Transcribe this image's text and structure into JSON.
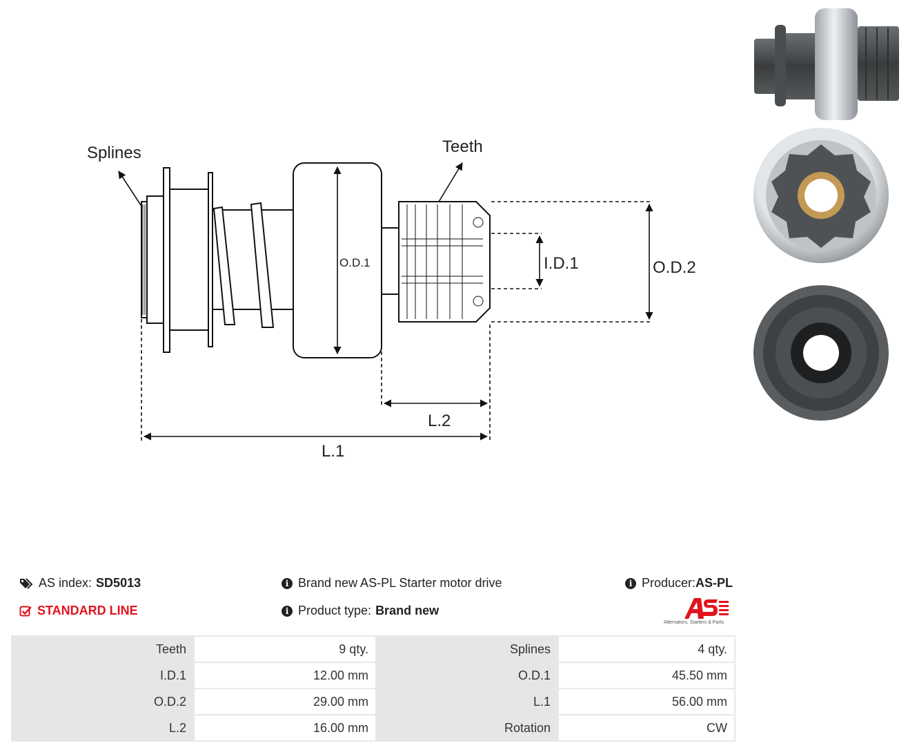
{
  "diagram": {
    "labels": {
      "splines": "Splines",
      "teeth": "Teeth",
      "od1": "O.D.1",
      "id1": "I.D.1",
      "od2": "O.D.2",
      "l2": "L.2",
      "l1": "L.1"
    }
  },
  "photos": [
    {
      "view": "side-view"
    },
    {
      "view": "front-view"
    },
    {
      "view": "back-view"
    }
  ],
  "info": {
    "as_index_label": "AS index:",
    "as_index_value": "SD5013",
    "line": "STANDARD LINE",
    "description": "Brand new AS-PL Starter motor drive",
    "product_type_label": "Product type:",
    "product_type_value": "Brand new",
    "producer_label": "Producer:",
    "producer_value": "AS-PL"
  },
  "logo": {
    "caption": "Alternators, Starters & Parts"
  },
  "specs": [
    {
      "k1": "Teeth",
      "v1": "9 qty.",
      "k2": "Splines",
      "v2": "4 qty."
    },
    {
      "k1": "I.D.1",
      "v1": "12.00 mm",
      "k2": "O.D.1",
      "v2": "45.50 mm"
    },
    {
      "k1": "O.D.2",
      "v1": "29.00 mm",
      "k2": "L.1",
      "v2": "56.00 mm"
    },
    {
      "k1": "L.2",
      "v1": "16.00 mm",
      "k2": "Rotation",
      "v2": "CW"
    }
  ],
  "colors": {
    "accent_red": "#e0141e",
    "table_key_bg": "#e6e6e6",
    "metal_light": "#c9cdd1",
    "metal_dark": "#4a4d50"
  },
  "icons": {
    "tags": "tags-icon",
    "check": "check-square-icon",
    "info": "info-circle-icon"
  }
}
